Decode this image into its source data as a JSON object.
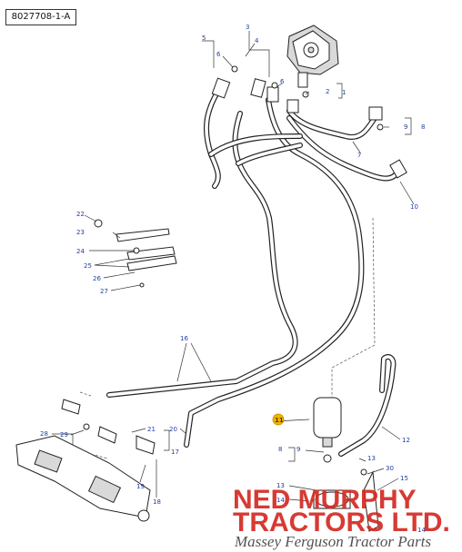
{
  "diagram": {
    "reference_code": "8027708-1-A",
    "highlighted_callout": "11",
    "highlight_color": "#f0b400",
    "callout_color": "#1d3fa0"
  },
  "callouts": {
    "c1": "1",
    "c2": "2",
    "c3": "3",
    "c4": "4",
    "c5": "5",
    "c6a": "6",
    "c6b": "6",
    "c7": "7",
    "c8a": "8",
    "c8b": "8",
    "c9a": "9",
    "c9b": "9",
    "c10": "10",
    "c11": "11",
    "c12": "12",
    "c13a": "13",
    "c13b": "13",
    "c14a": "14",
    "c14b": "14",
    "c15": "15",
    "c16": "16",
    "c17": "17",
    "c18": "18",
    "c19": "19",
    "c20": "20",
    "c21": "21",
    "c22": "22",
    "c23": "23",
    "c24": "24",
    "c25": "25",
    "c26": "26",
    "c27": "27",
    "c28": "28",
    "c29": "29",
    "c30": "30"
  },
  "watermark": {
    "line1": "NED MURPHY",
    "line2": "TRACTORS LTD.",
    "tagline": "Massey Ferguson Tractor Parts",
    "brand_color": "#d42a22"
  }
}
